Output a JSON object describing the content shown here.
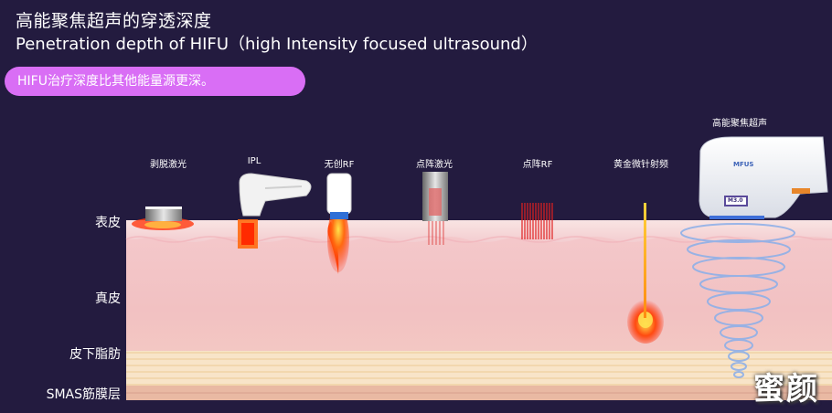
{
  "title": {
    "cn": "高能聚焦超声的穿透深度",
    "en": "Penetration depth of HIFU（high Intensity focused ultrasound）"
  },
  "highlight": "HIFU治疗深度比其他能量源更深。",
  "layers": {
    "epidermis": "表皮",
    "dermis": "真皮",
    "fat": "皮下脂肪",
    "smas": "SMAS筋膜层"
  },
  "devices": {
    "ablative": "剥脱激光",
    "ipl": "IPL",
    "rf": "无创RF",
    "fractional_laser": "点阵激光",
    "fractional_rf": "点阵RF",
    "gold_microneedle": "黄金微针射频",
    "hifu": "高能聚焦超声"
  },
  "hifu_device": {
    "brand": "MFUS",
    "model": "M3.0"
  },
  "watermark": "蜜颜",
  "colors": {
    "background": "#231b3f",
    "highlight": "#d96ef5",
    "energy": "#ff3300",
    "ring": "#8fb0e8"
  }
}
